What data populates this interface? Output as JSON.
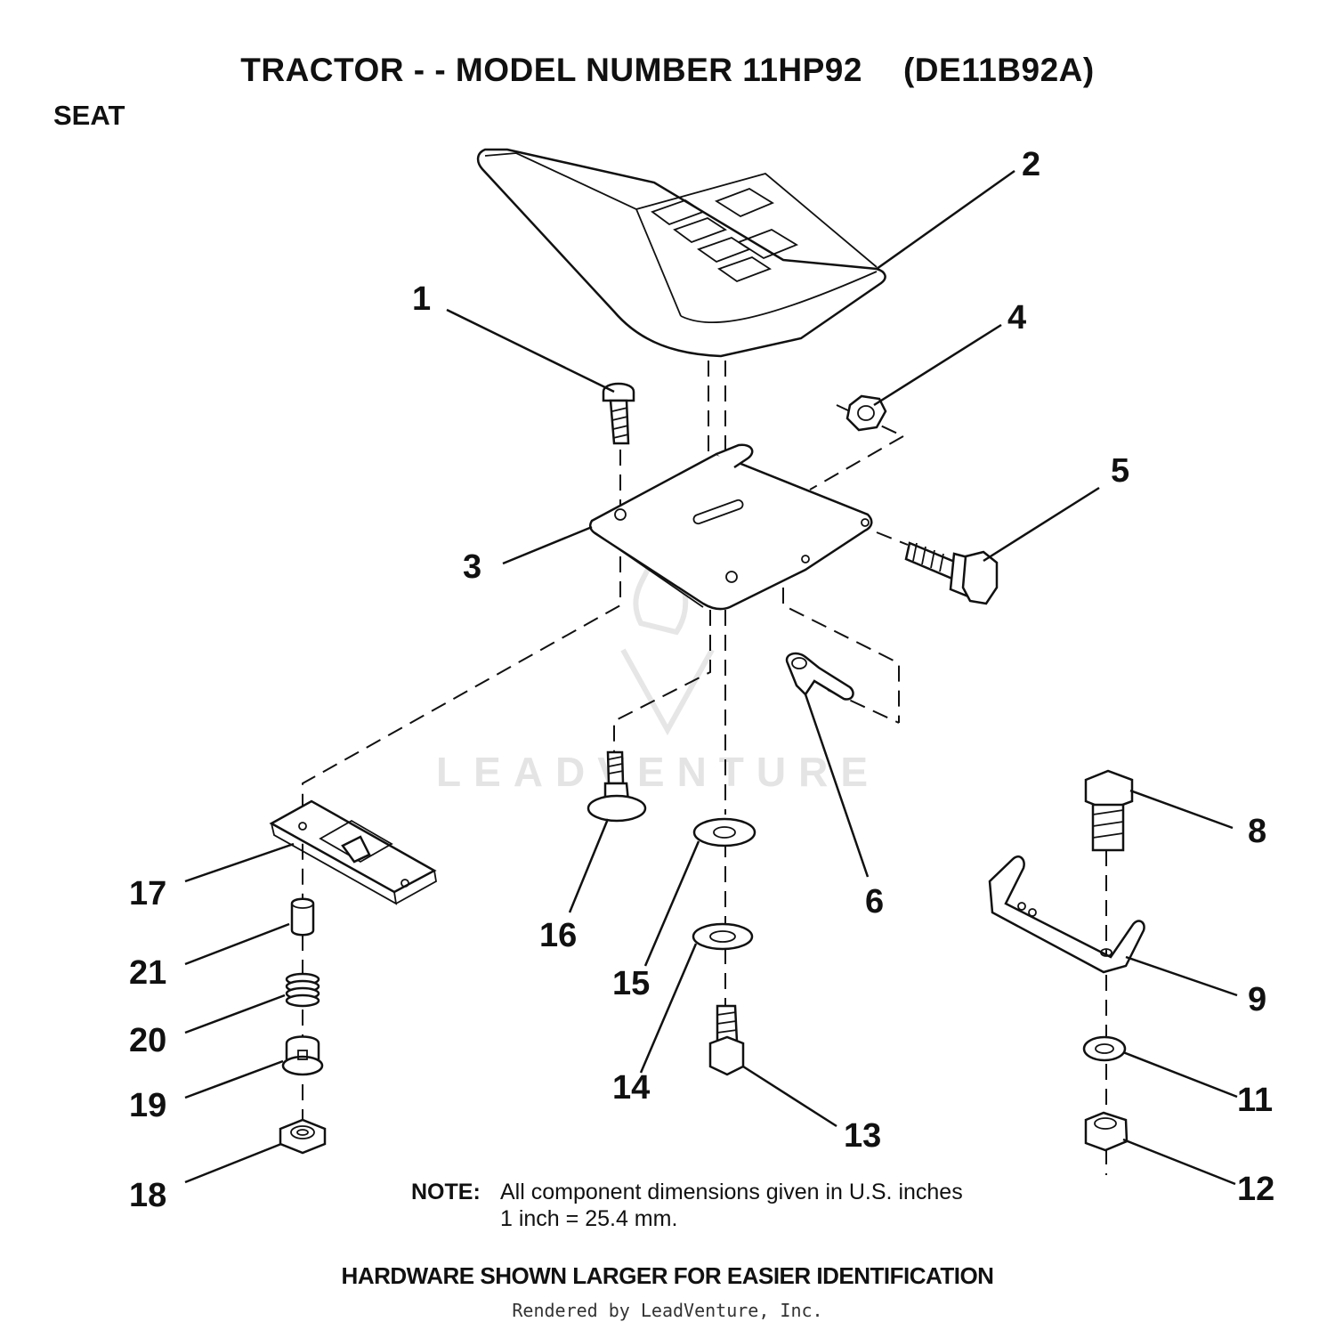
{
  "header": {
    "title_left": "TRACTOR - - MODEL NUMBER 11HP92",
    "title_right": "(DE11B92A)",
    "section": "SEAT"
  },
  "callouts": [
    "1",
    "2",
    "3",
    "4",
    "5",
    "6",
    "8",
    "9",
    "11",
    "12",
    "13",
    "14",
    "15",
    "16",
    "17",
    "18",
    "19",
    "20",
    "21"
  ],
  "note": {
    "label": "NOTE:",
    "line1": "All component dimensions given in U.S. inches",
    "line2": "1 inch = 25.4 mm."
  },
  "footer": {
    "hardware": "HARDWARE SHOWN LARGER FOR EASIER IDENTIFICATION",
    "rendered_by": "Rendered by LeadVenture, Inc."
  },
  "watermark": {
    "text": "LEADVENTURE"
  }
}
